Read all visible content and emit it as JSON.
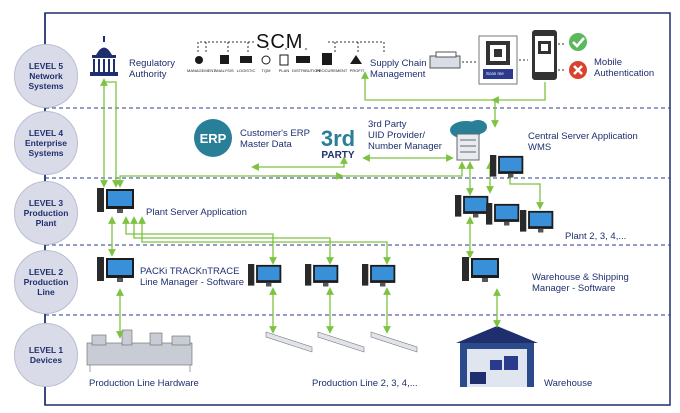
{
  "levels": [
    {
      "l1": "LEVEL 5",
      "l2": "Network",
      "l3": "Systems"
    },
    {
      "l1": "LEVEL 4",
      "l2": "Enterprise",
      "l3": "Systems"
    },
    {
      "l1": "LEVEL 3",
      "l2": "Production",
      "l3": "Plant"
    },
    {
      "l1": "LEVEL 2",
      "l2": "Production",
      "l3": "Line"
    },
    {
      "l1": "LEVEL 1",
      "l2": "Devices",
      "l3": ""
    }
  ],
  "level5": {
    "regulatory": [
      "Regulatory",
      "Authority"
    ],
    "scm_title": "SCM",
    "scm_items": [
      "MANAGEMENT",
      "ANALYSIS",
      "LOGISTIC",
      "TQM",
      "PLAN",
      "DISTRIBUTION",
      "PROCUREMENT",
      "PROFIT"
    ],
    "supply_chain": [
      "Supply Chain",
      "Management"
    ],
    "scan_me": "Scan me",
    "mobile": [
      "Mobile",
      "Authentication"
    ]
  },
  "level4": {
    "erp_logo": "ERP",
    "erp_text": [
      "Customer's ERP",
      "Master Data"
    ],
    "third_logo_num": "3rd",
    "third_logo_word": "PARTY",
    "third_text": [
      "3rd Party",
      "UID Provider/",
      "Number Manager"
    ],
    "central": [
      "Central Server Application",
      "WMS"
    ]
  },
  "level3": {
    "plant_server": "Plant Server Application",
    "plants": "Plant 2, 3, 4,..."
  },
  "level2": {
    "packi": [
      "PACKi TRACKnTRACE",
      "Line Manager - Software"
    ],
    "warehouse_sw": [
      "Warehouse & Shipping",
      "Manager - Software"
    ]
  },
  "level1": {
    "hardware": "Production Line Hardware",
    "lines": "Production Line 2, 3, 4,...",
    "warehouse": "Warehouse"
  },
  "colors": {
    "navy": "#1f2f6e",
    "arrow": "#7dc242",
    "dash": "#2b3a8c",
    "teal": "#2a7f98",
    "check": "#5cb85c",
    "cross": "#d9432e"
  }
}
